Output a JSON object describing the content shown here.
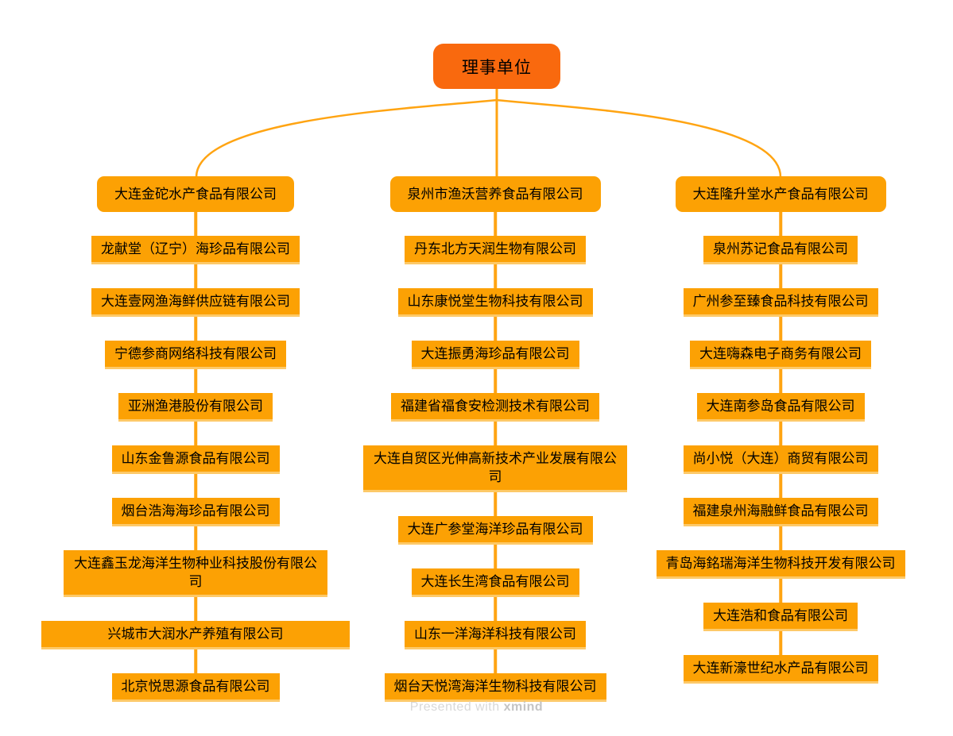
{
  "root": {
    "label": "理事单位"
  },
  "branches": [
    {
      "head": "大连金砣水产食品有限公司",
      "nodes": [
        "龙献堂（辽宁）海珍品有限公司",
        "大连壹网渔海鲜供应链有限公司",
        "宁德参商网络科技有限公司",
        "亚洲渔港股份有限公司",
        "山东金鲁源食品有限公司",
        "烟台浩海海珍品有限公司",
        "大连鑫玉龙海洋生物种业科技股份有限公司",
        "兴城市大润水产养殖有限公司",
        "北京悦思源食品有限公司"
      ]
    },
    {
      "head": "泉州市渔沃营养食品有限公司",
      "nodes": [
        "丹东北方天润生物有限公司",
        "山东康悦堂生物科技有限公司",
        "大连振勇海珍品有限公司",
        "福建省福食安检测技术有限公司",
        "大连自贸区光伸高新技术产业发展有限公司",
        "大连广参堂海洋珍品有限公司",
        "大连长生湾食品有限公司",
        "山东一洋海洋科技有限公司",
        "烟台天悦湾海洋生物科技有限公司"
      ]
    },
    {
      "head": "大连隆升堂水产食品有限公司",
      "nodes": [
        "泉州苏记食品有限公司",
        "广州参至臻食品科技有限公司",
        "大连嗨森电子商务有限公司",
        "大连南参岛食品有限公司",
        "尚小悦（大连）商贸有限公司",
        "福建泉州海融鲜食品有限公司",
        "青岛海銘瑞海洋生物科技开发有限公司",
        "大连浩和食品有限公司",
        "大连新濠世纪水产品有限公司"
      ]
    }
  ],
  "wide_nodes": [
    "兴城市大润水产养殖有限公司"
  ],
  "footer": {
    "presented_text": "Presented with",
    "brand": "xmind"
  },
  "colors": {
    "root_fill": "#F9690E",
    "node_fill": "#FCA104",
    "node_edge": "#FDC968",
    "line": "#FFA412",
    "text": "#000000"
  }
}
